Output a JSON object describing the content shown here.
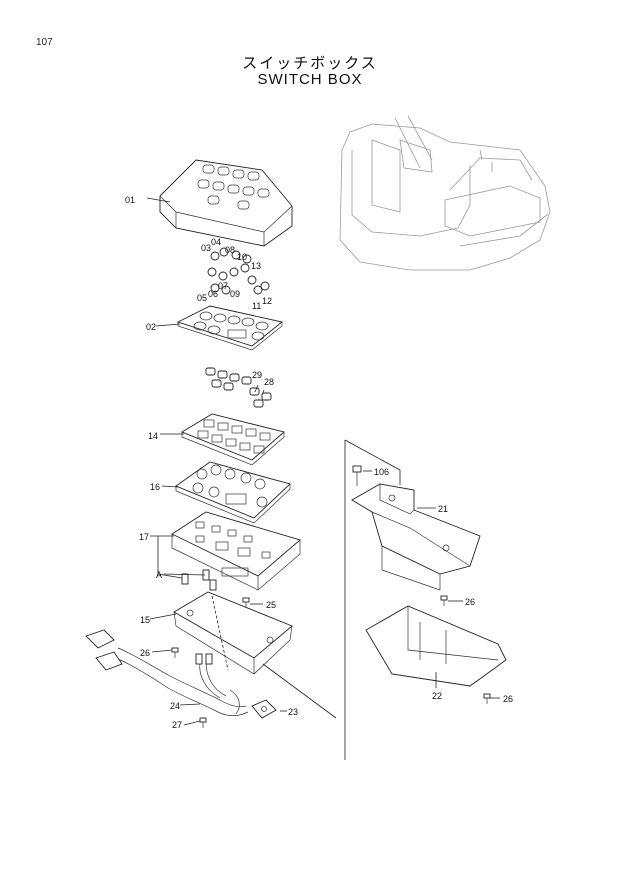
{
  "page_number": "107",
  "title_jp": "スイッチボックス",
  "title_en": "SWITCH  BOX",
  "callouts": [
    {
      "id": "01",
      "text": "01"
    },
    {
      "id": "02",
      "text": "02"
    },
    {
      "id": "03",
      "text": "03"
    },
    {
      "id": "04",
      "text": "04"
    },
    {
      "id": "05",
      "text": "05"
    },
    {
      "id": "06",
      "text": "06"
    },
    {
      "id": "07",
      "text": "07"
    },
    {
      "id": "08",
      "text": "08"
    },
    {
      "id": "09",
      "text": "09"
    },
    {
      "id": "10",
      "text": "10"
    },
    {
      "id": "11",
      "text": "11"
    },
    {
      "id": "12",
      "text": "12"
    },
    {
      "id": "13",
      "text": "13"
    },
    {
      "id": "14",
      "text": "14"
    },
    {
      "id": "15",
      "text": "15"
    },
    {
      "id": "16",
      "text": "16"
    },
    {
      "id": "17",
      "text": "17"
    },
    {
      "id": "21",
      "text": "21"
    },
    {
      "id": "22",
      "text": "22"
    },
    {
      "id": "23",
      "text": "23"
    },
    {
      "id": "24",
      "text": "24"
    },
    {
      "id": "25",
      "text": "25"
    },
    {
      "id": "26a",
      "text": "26"
    },
    {
      "id": "26b",
      "text": "26"
    },
    {
      "id": "26c",
      "text": "26"
    },
    {
      "id": "27",
      "text": "27"
    },
    {
      "id": "28",
      "text": "28"
    },
    {
      "id": "29",
      "text": "29"
    },
    {
      "id": "106",
      "text": "106"
    },
    {
      "id": "A",
      "text": "A"
    }
  ]
}
